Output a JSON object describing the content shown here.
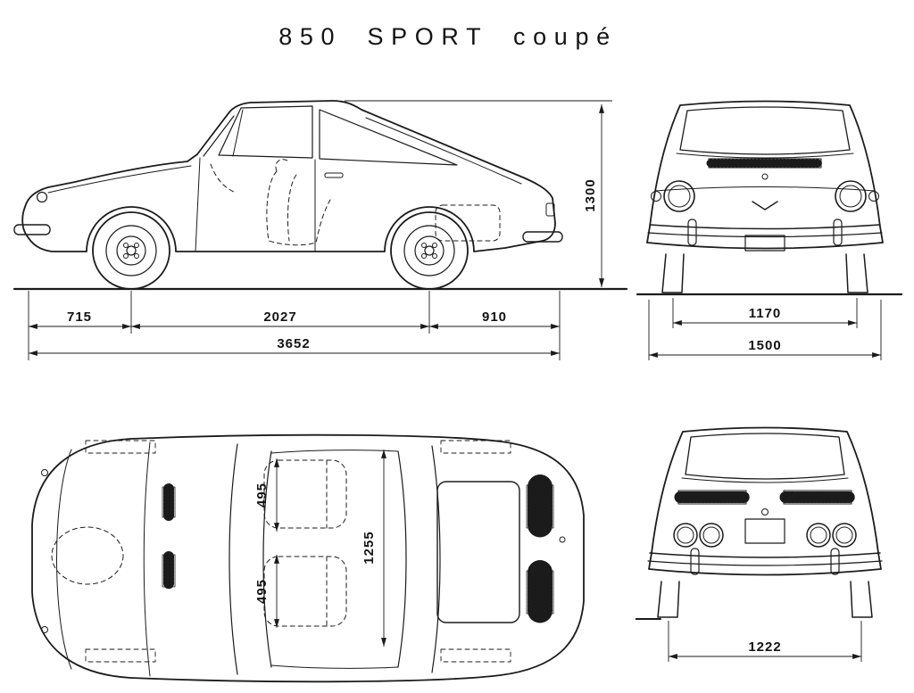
{
  "title": "850 SPORT coupé",
  "colors": {
    "ink": "#1b1b1b",
    "paper": "#ffffff"
  },
  "dimensions": {
    "side_view": {
      "front_overhang": "715",
      "wheelbase": "2027",
      "rear_overhang": "910",
      "overall_length": "3652",
      "overall_height": "1300"
    },
    "front_view": {
      "front_track": "1170",
      "overall_width": "1500"
    },
    "top_view": {
      "front_seat_width": "495",
      "cabin_length": "1255",
      "rear_seat_width": "495"
    },
    "rear_view": {
      "rear_track": "1222"
    }
  }
}
